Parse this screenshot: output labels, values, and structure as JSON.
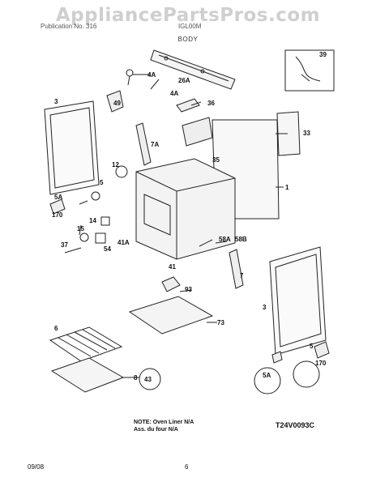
{
  "watermark": "AppliancePartsPros.com",
  "header": {
    "left": "Publication No. 316",
    "right": "IGL00M"
  },
  "section_title": "BODY",
  "parts": {
    "p1": "1",
    "p3a": "3",
    "p3b": "3",
    "p4a": "4A",
    "p4b": "4A",
    "p5a": "5",
    "p5b": "5",
    "p5c": "5A",
    "p5d": "5A",
    "p6": "6",
    "p7a": "7A",
    "p7b": "7",
    "p8": "8",
    "p12": "12",
    "p14": "14",
    "p15": "15",
    "p26": "26A",
    "p33": "33",
    "p35": "35",
    "p36": "36",
    "p37": "37",
    "p39": "39",
    "p41": "41",
    "p41a": "41A",
    "p43": "43",
    "p49": "49",
    "p54": "54",
    "p58a": "58A",
    "p58b": "58B",
    "p73": "73",
    "p93": "93",
    "p170a": "170",
    "p170b": "170"
  },
  "note": {
    "line1": "NOTE: Oven Liner N/A",
    "line2": "Ass. du four N/A"
  },
  "diagram_code": "T24V0093C",
  "footer": {
    "date": "09/08",
    "page": "6"
  }
}
